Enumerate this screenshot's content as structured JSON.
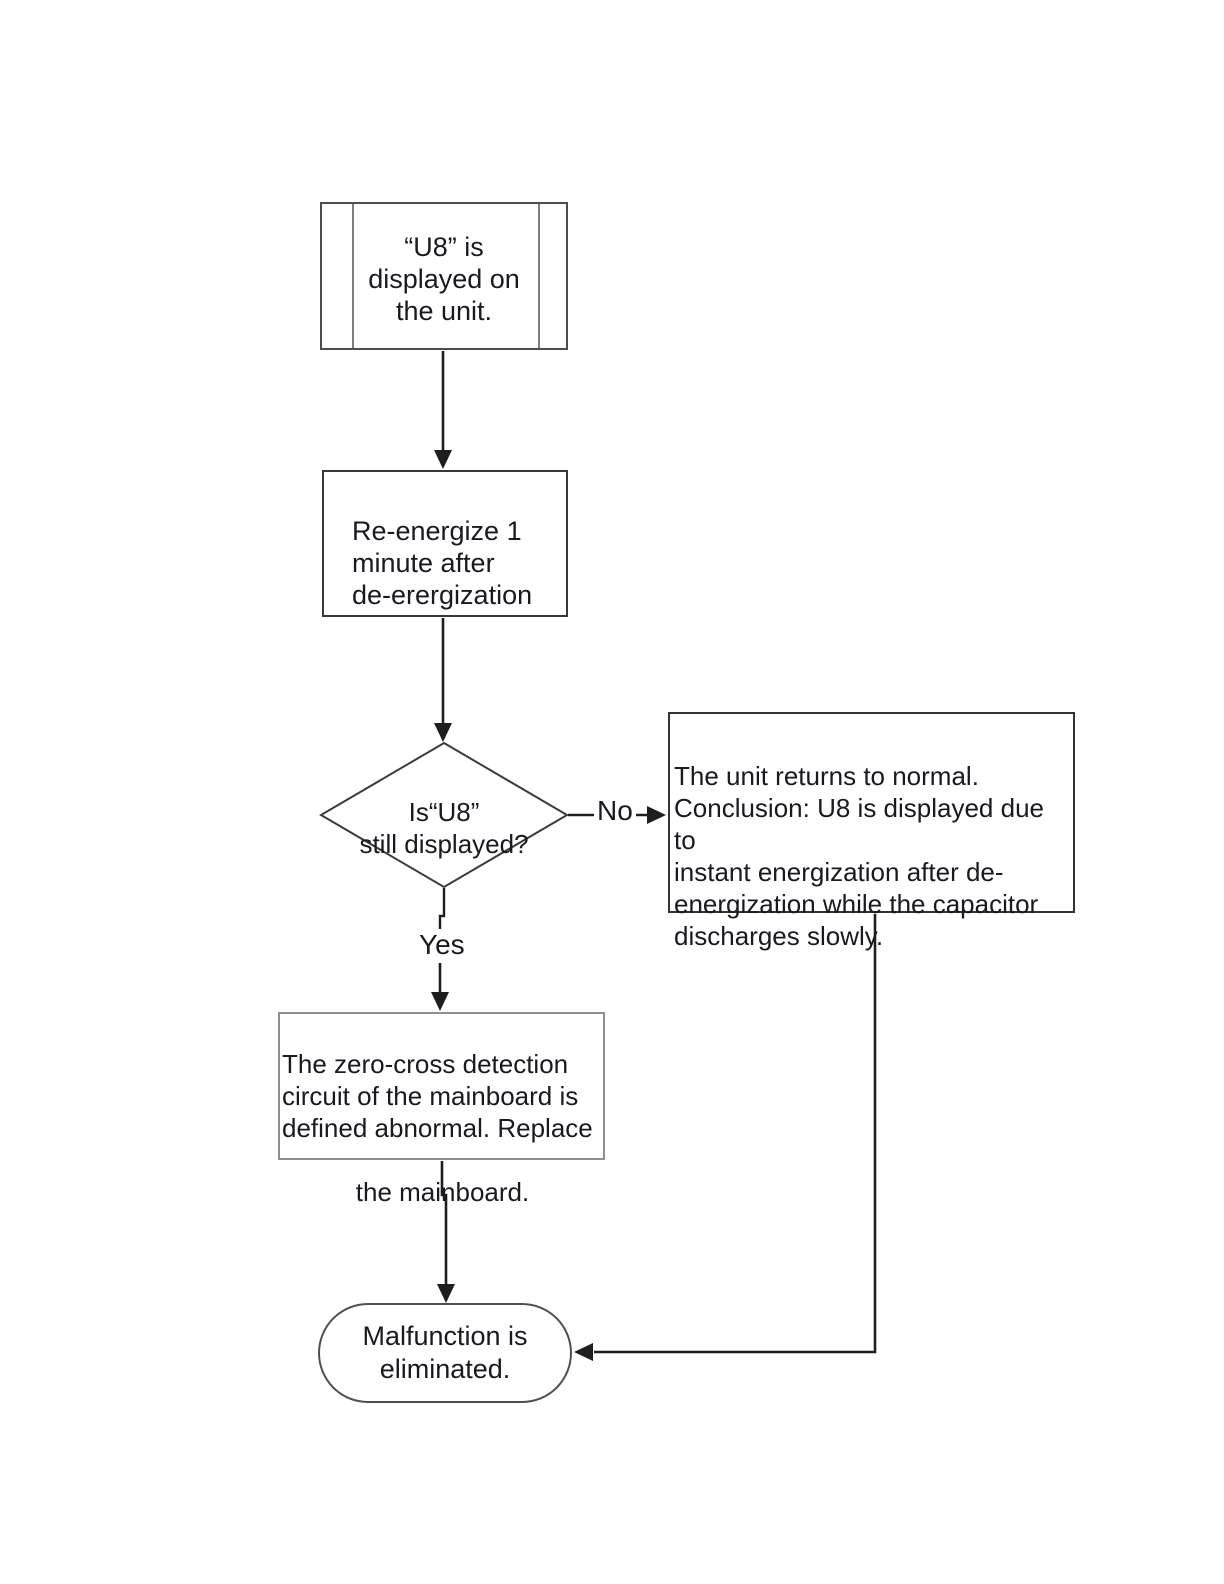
{
  "diagram": {
    "title": "U8 displayed troubleshooting flowchart",
    "colors": {
      "background": "#ffffff",
      "text": "#191922",
      "connector": "#1e1e1e",
      "box_border_dark": "#333333",
      "box_border_light": "#8f8f8f"
    },
    "nodes": {
      "start": {
        "shape": "predefined-process",
        "text": "“U8” is\ndisplayed on\nthe unit."
      },
      "reenergize": {
        "shape": "process",
        "text": "Re-energize 1\nminute after\nde-erergization"
      },
      "decision": {
        "shape": "decision",
        "text": "Is“U8”\nstill displayed?"
      },
      "no_result": {
        "shape": "process",
        "text": "The unit returns to normal.\nConclusion: U8 is displayed due to\ninstant energization after de-\nenergization while the capacitor\ndischarges slowly."
      },
      "yes_result": {
        "shape": "process",
        "text": "The zero-cross detection\ncircuit of the mainboard is\ndefined abnormal. Replace",
        "text_centered": "the mainboard."
      },
      "end": {
        "shape": "terminator",
        "text": "Malfunction is\neliminated."
      }
    },
    "labels": {
      "no": "No",
      "yes": "Yes"
    }
  }
}
